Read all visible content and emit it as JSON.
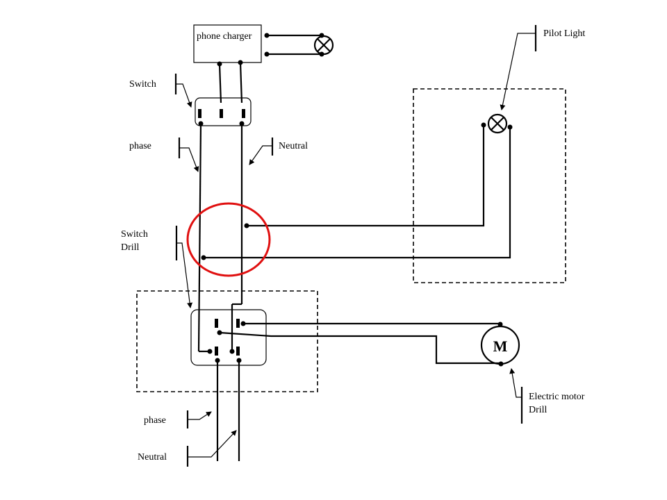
{
  "labels": {
    "phone_charger": "phone charger",
    "switch": "Switch",
    "phase_top": "phase",
    "neutral_top": "Neutral",
    "switch_drill_1": "Switch",
    "switch_drill_2": "Drill",
    "pilot_light": "Pilot Light",
    "motor": "M",
    "electric_motor_1": "Electric motor",
    "electric_motor_2": "Drill",
    "phase_bottom": "phase",
    "neutral_bottom": "Neutral"
  },
  "colors": {
    "line": "#000000",
    "highlight": "#e01010",
    "background": "#ffffff"
  },
  "icons": {
    "lamp": "lamp-cross-icon",
    "motor": "motor-circle-icon"
  }
}
